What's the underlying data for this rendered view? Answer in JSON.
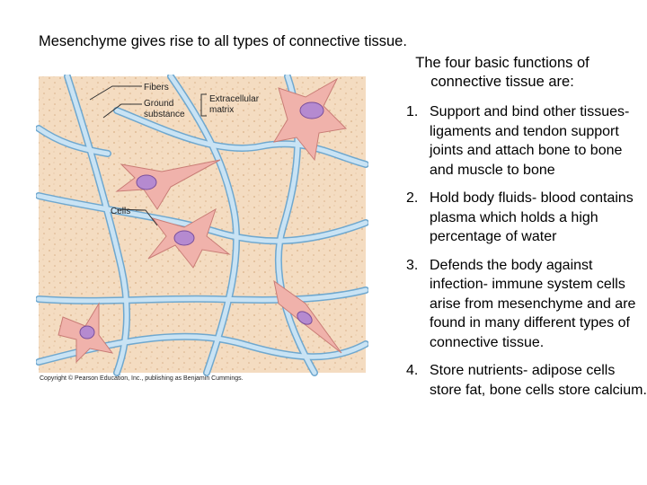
{
  "title": "Mesenchyme gives rise to all types of connective tissue.",
  "subtitle": "The four basic functions of connective tissue are:",
  "figure": {
    "labels": {
      "fibers": "Fibers",
      "ground1": "Ground",
      "ground2": "substance",
      "ecm1": "Extracellular",
      "ecm2": "matrix",
      "cells": "Cells"
    },
    "copyright": "Copyright © Pearson Education, Inc., publishing as Benjamin Cummings.",
    "colors": {
      "ground": "#f4dcc1",
      "fiber_fill": "#c9e3f4",
      "fiber_edge": "#6fa8cf",
      "cell": "#f0b2ab",
      "nucleus": "#b58ad0"
    }
  },
  "functions": [
    {
      "num": "1.",
      "text": "Support and bind other tissues- ligaments and tendon support joints and attach bone to bone and muscle to bone"
    },
    {
      "num": "2.",
      "text": "Hold body fluids- blood contains plasma which holds a high percentage of water"
    },
    {
      "num": "3.",
      "text": "Defends the  body against infection- immune system cells arise from mesenchyme and are found in many different types of connective tissue."
    },
    {
      "num": "4.",
      "text": "Store nutrients- adipose cells store fat, bone cells store calcium."
    }
  ]
}
